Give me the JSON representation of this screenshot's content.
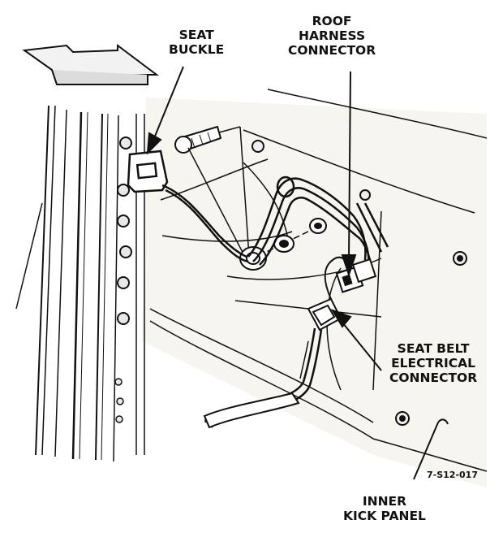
{
  "labels": {
    "seat_buckle": [
      "SEAT",
      "BUCKLE"
    ],
    "roof_harness_connector": [
      "ROOF",
      "HARNESS",
      "CONNECTOR"
    ],
    "seat_belt_electrical_connector": [
      "SEAT BELT",
      "ELECTRICAL",
      "CONNECTOR"
    ],
    "inner_kick_panel": [
      "INNER",
      "KICK PANEL"
    ]
  },
  "figure_code": "7-S12-017",
  "colors": {
    "ink": "#111111",
    "paper": "#ffffff",
    "panel": "#f7f5ef"
  }
}
